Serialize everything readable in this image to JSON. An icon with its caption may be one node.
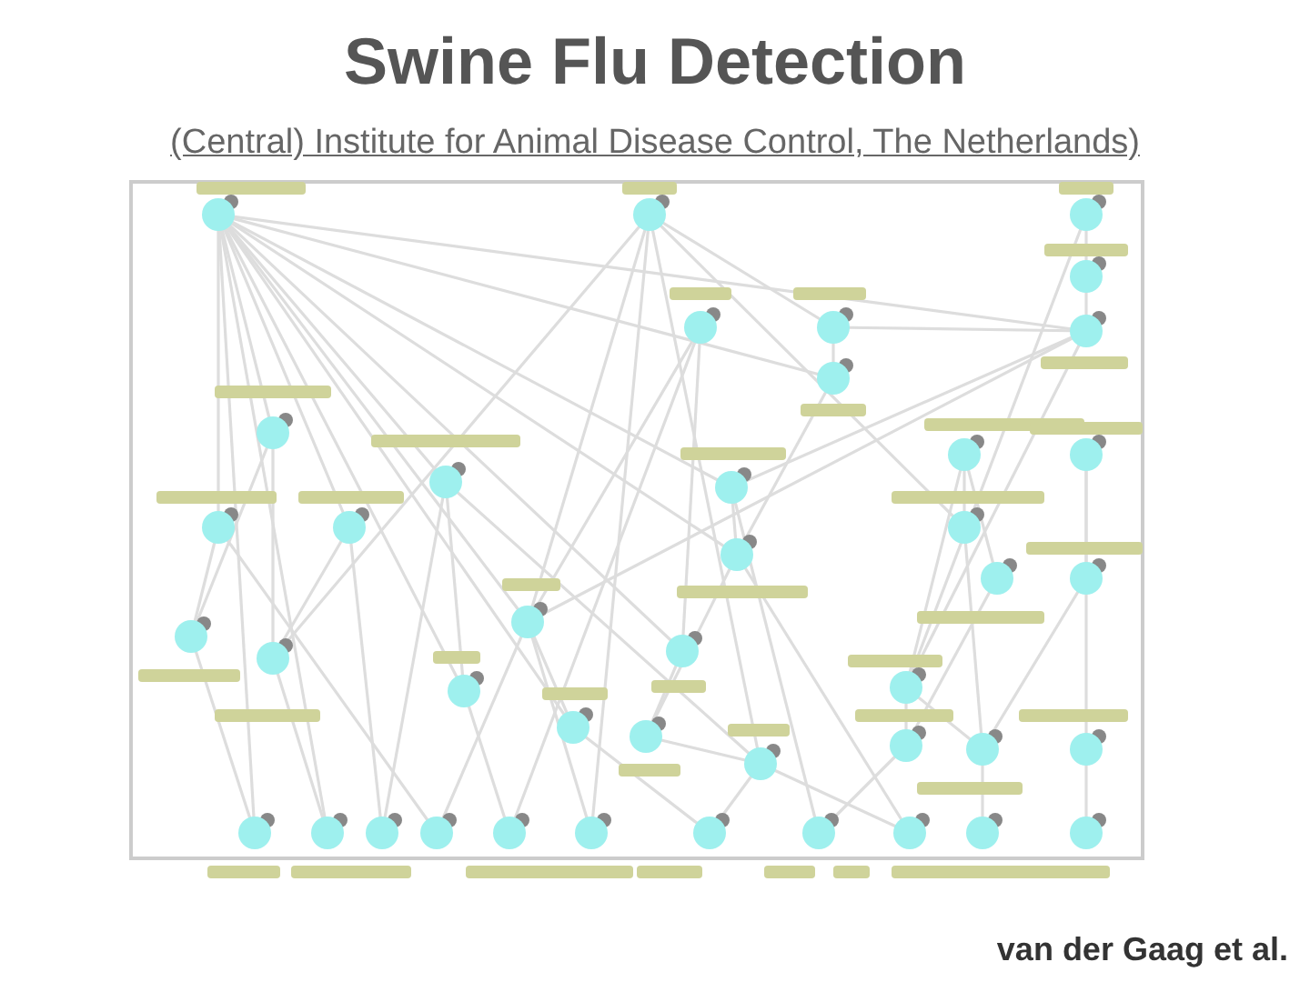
{
  "diagram": {
    "title": "Swine Flu Detection",
    "labels": [
      "(Central) Institute for Animal Disease Control, The Netherlands)",
      "van der Gaag et al."
    ]
  }
}
